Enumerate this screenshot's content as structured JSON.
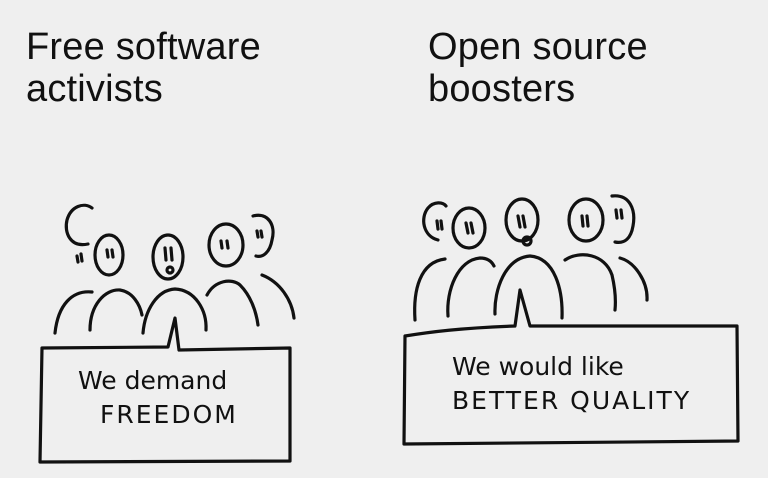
{
  "panels": [
    {
      "heading_line1": "Free software",
      "heading_line2": "activists",
      "speech_line1": "We demand",
      "speech_line2": "FREEDOM"
    },
    {
      "heading_line1": "Open source",
      "heading_line2": "boosters",
      "speech_line1": "We would like",
      "speech_line2": "BETTER QUALITY"
    }
  ],
  "colors": {
    "background": "#efefef",
    "ink": "#111111"
  }
}
